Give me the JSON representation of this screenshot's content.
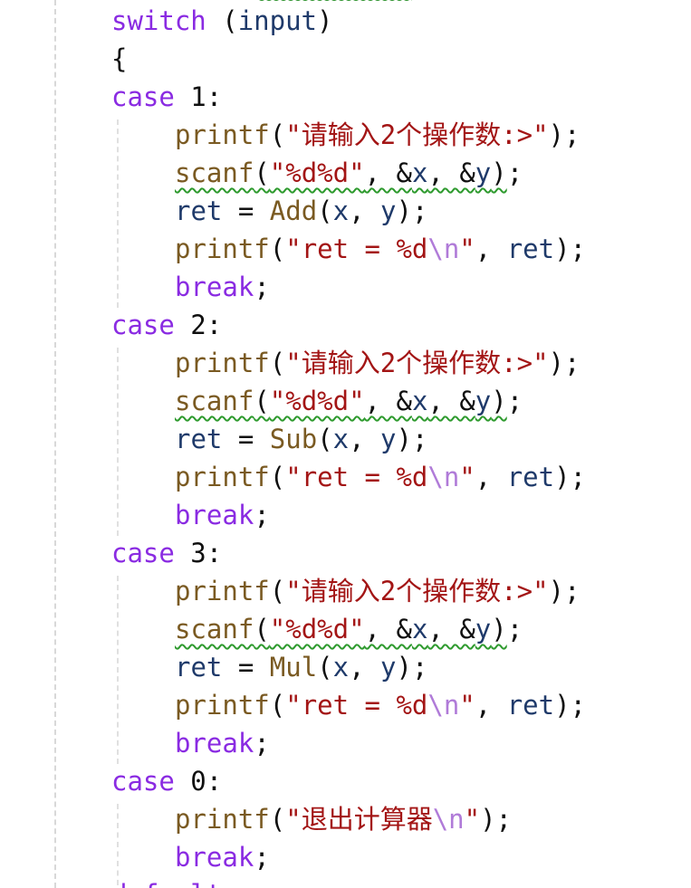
{
  "editor": {
    "lines": [
      {
        "indent": 0,
        "tokens": [
          {
            "t": "switch",
            "c": "kw"
          },
          {
            "t": " (",
            "c": "pun"
          },
          {
            "t": "input",
            "c": "var"
          },
          {
            "t": ")",
            "c": "pun"
          }
        ]
      },
      {
        "indent": 0,
        "tokens": [
          {
            "t": "{",
            "c": "pun"
          }
        ]
      },
      {
        "indent": 0,
        "tokens": [
          {
            "t": "case",
            "c": "kw"
          },
          {
            "t": " 1:",
            "c": "num"
          }
        ]
      },
      {
        "indent": 1,
        "tokens": [
          {
            "t": "printf",
            "c": "fn"
          },
          {
            "t": "(",
            "c": "pun"
          },
          {
            "t": "\"请输入2个操作数:>\"",
            "c": "str"
          },
          {
            "t": ");",
            "c": "pun"
          }
        ]
      },
      {
        "indent": 1,
        "squiggle": true,
        "tokens": [
          {
            "t": "scanf",
            "c": "fn"
          },
          {
            "t": "(",
            "c": "pun"
          },
          {
            "t": "\"%d%d\"",
            "c": "str"
          },
          {
            "t": ", &",
            "c": "pun"
          },
          {
            "t": "x",
            "c": "var"
          },
          {
            "t": ", &",
            "c": "pun"
          },
          {
            "t": "y",
            "c": "var"
          },
          {
            "t": ")",
            "c": "pun"
          },
          {
            "t": ";",
            "c": "pun"
          }
        ]
      },
      {
        "indent": 1,
        "tokens": [
          {
            "t": "ret",
            "c": "var"
          },
          {
            "t": " = ",
            "c": "pun"
          },
          {
            "t": "Add",
            "c": "fn"
          },
          {
            "t": "(",
            "c": "pun"
          },
          {
            "t": "x",
            "c": "var"
          },
          {
            "t": ", ",
            "c": "pun"
          },
          {
            "t": "y",
            "c": "var"
          },
          {
            "t": ");",
            "c": "pun"
          }
        ]
      },
      {
        "indent": 1,
        "tokens": [
          {
            "t": "printf",
            "c": "fn"
          },
          {
            "t": "(",
            "c": "pun"
          },
          {
            "t": "\"ret = %d",
            "c": "str"
          },
          {
            "t": "\\n",
            "c": "esc"
          },
          {
            "t": "\"",
            "c": "str"
          },
          {
            "t": ", ",
            "c": "pun"
          },
          {
            "t": "ret",
            "c": "var"
          },
          {
            "t": ");",
            "c": "pun"
          }
        ]
      },
      {
        "indent": 1,
        "tokens": [
          {
            "t": "break",
            "c": "kw"
          },
          {
            "t": ";",
            "c": "pun"
          }
        ]
      },
      {
        "indent": 0,
        "tokens": [
          {
            "t": "case",
            "c": "kw"
          },
          {
            "t": " 2:",
            "c": "num"
          }
        ]
      },
      {
        "indent": 1,
        "tokens": [
          {
            "t": "printf",
            "c": "fn"
          },
          {
            "t": "(",
            "c": "pun"
          },
          {
            "t": "\"请输入2个操作数:>\"",
            "c": "str"
          },
          {
            "t": ");",
            "c": "pun"
          }
        ]
      },
      {
        "indent": 1,
        "squiggle": true,
        "tokens": [
          {
            "t": "scanf",
            "c": "fn"
          },
          {
            "t": "(",
            "c": "pun"
          },
          {
            "t": "\"%d%d\"",
            "c": "str"
          },
          {
            "t": ", &",
            "c": "pun"
          },
          {
            "t": "x",
            "c": "var"
          },
          {
            "t": ", &",
            "c": "pun"
          },
          {
            "t": "y",
            "c": "var"
          },
          {
            "t": ")",
            "c": "pun"
          },
          {
            "t": ";",
            "c": "pun"
          }
        ]
      },
      {
        "indent": 1,
        "tokens": [
          {
            "t": "ret",
            "c": "var"
          },
          {
            "t": " = ",
            "c": "pun"
          },
          {
            "t": "Sub",
            "c": "fn"
          },
          {
            "t": "(",
            "c": "pun"
          },
          {
            "t": "x",
            "c": "var"
          },
          {
            "t": ", ",
            "c": "pun"
          },
          {
            "t": "y",
            "c": "var"
          },
          {
            "t": ");",
            "c": "pun"
          }
        ]
      },
      {
        "indent": 1,
        "tokens": [
          {
            "t": "printf",
            "c": "fn"
          },
          {
            "t": "(",
            "c": "pun"
          },
          {
            "t": "\"ret = %d",
            "c": "str"
          },
          {
            "t": "\\n",
            "c": "esc"
          },
          {
            "t": "\"",
            "c": "str"
          },
          {
            "t": ", ",
            "c": "pun"
          },
          {
            "t": "ret",
            "c": "var"
          },
          {
            "t": ");",
            "c": "pun"
          }
        ]
      },
      {
        "indent": 1,
        "tokens": [
          {
            "t": "break",
            "c": "kw"
          },
          {
            "t": ";",
            "c": "pun"
          }
        ]
      },
      {
        "indent": 0,
        "tokens": [
          {
            "t": "case",
            "c": "kw"
          },
          {
            "t": " 3:",
            "c": "num"
          }
        ]
      },
      {
        "indent": 1,
        "tokens": [
          {
            "t": "printf",
            "c": "fn"
          },
          {
            "t": "(",
            "c": "pun"
          },
          {
            "t": "\"请输入2个操作数:>\"",
            "c": "str"
          },
          {
            "t": ");",
            "c": "pun"
          }
        ]
      },
      {
        "indent": 1,
        "squiggle": true,
        "tokens": [
          {
            "t": "scanf",
            "c": "fn"
          },
          {
            "t": "(",
            "c": "pun"
          },
          {
            "t": "\"%d%d\"",
            "c": "str"
          },
          {
            "t": ", &",
            "c": "pun"
          },
          {
            "t": "x",
            "c": "var"
          },
          {
            "t": ", &",
            "c": "pun"
          },
          {
            "t": "y",
            "c": "var"
          },
          {
            "t": ")",
            "c": "pun"
          },
          {
            "t": ";",
            "c": "pun"
          }
        ]
      },
      {
        "indent": 1,
        "tokens": [
          {
            "t": "ret",
            "c": "var"
          },
          {
            "t": " = ",
            "c": "pun"
          },
          {
            "t": "Mul",
            "c": "fn"
          },
          {
            "t": "(",
            "c": "pun"
          },
          {
            "t": "x",
            "c": "var"
          },
          {
            "t": ", ",
            "c": "pun"
          },
          {
            "t": "y",
            "c": "var"
          },
          {
            "t": ");",
            "c": "pun"
          }
        ]
      },
      {
        "indent": 1,
        "tokens": [
          {
            "t": "printf",
            "c": "fn"
          },
          {
            "t": "(",
            "c": "pun"
          },
          {
            "t": "\"ret = %d",
            "c": "str"
          },
          {
            "t": "\\n",
            "c": "esc"
          },
          {
            "t": "\"",
            "c": "str"
          },
          {
            "t": ", ",
            "c": "pun"
          },
          {
            "t": "ret",
            "c": "var"
          },
          {
            "t": ");",
            "c": "pun"
          }
        ]
      },
      {
        "indent": 1,
        "tokens": [
          {
            "t": "break",
            "c": "kw"
          },
          {
            "t": ";",
            "c": "pun"
          }
        ]
      },
      {
        "indent": 0,
        "tokens": [
          {
            "t": "case",
            "c": "kw"
          },
          {
            "t": " 0:",
            "c": "num"
          }
        ]
      },
      {
        "indent": 1,
        "tokens": [
          {
            "t": "printf",
            "c": "fn"
          },
          {
            "t": "(",
            "c": "pun"
          },
          {
            "t": "\"退出计算器",
            "c": "str"
          },
          {
            "t": "\\n",
            "c": "esc"
          },
          {
            "t": "\"",
            "c": "str"
          },
          {
            "t": ");",
            "c": "pun"
          }
        ]
      },
      {
        "indent": 1,
        "tokens": [
          {
            "t": "break",
            "c": "kw"
          },
          {
            "t": ";",
            "c": "pun"
          }
        ]
      }
    ],
    "partial_line": "default:"
  }
}
